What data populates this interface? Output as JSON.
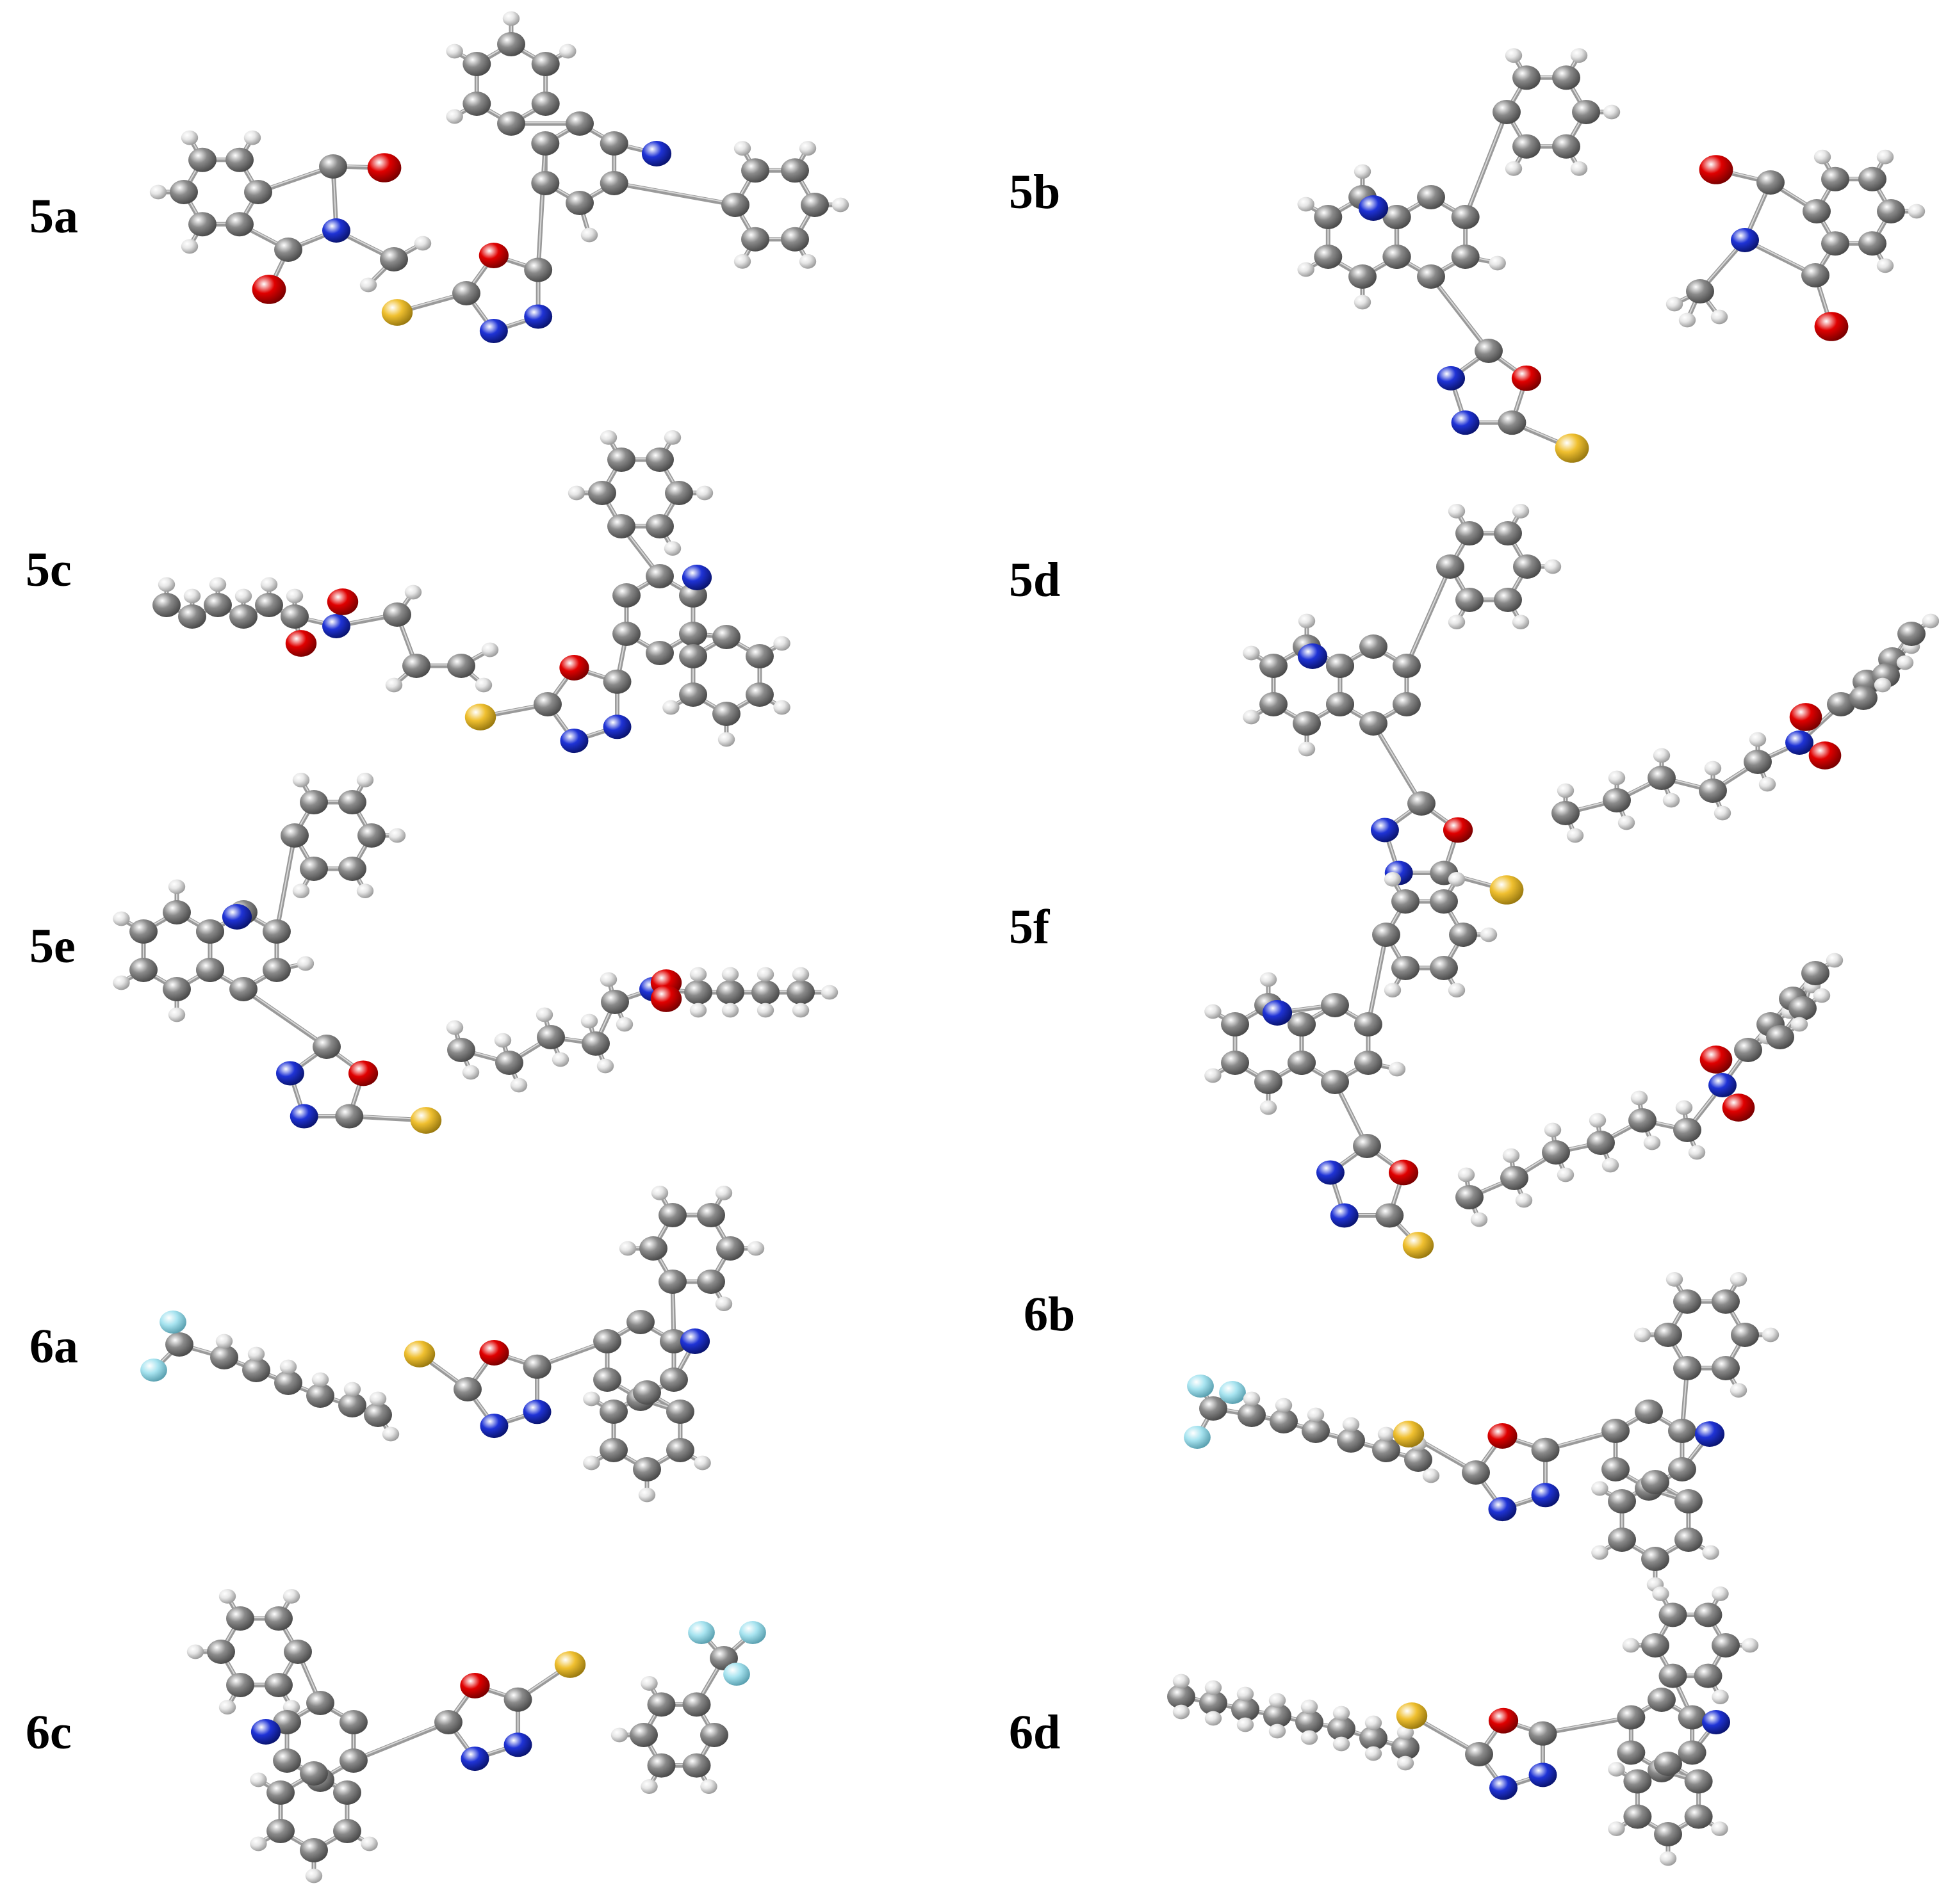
{
  "panels": [
    {
      "id": "5a",
      "label": "5a"
    },
    {
      "id": "5b",
      "label": "5b"
    },
    {
      "id": "5c",
      "label": "5c"
    },
    {
      "id": "5d",
      "label": "5d"
    },
    {
      "id": "5e",
      "label": "5e"
    },
    {
      "id": "5f",
      "label": "5f"
    },
    {
      "id": "6a",
      "label": "6a"
    },
    {
      "id": "6b",
      "label": "6b"
    },
    {
      "id": "6c",
      "label": "6c"
    },
    {
      "id": "6d",
      "label": "6d"
    }
  ],
  "atom_colors": {
    "C": "#8a8a8a",
    "H": "#e6e6e6",
    "N": "#1f33d6",
    "O": "#e00000",
    "S": "#f0c030",
    "F": "#a8e4f0"
  },
  "bond_color": "#9a9a9a"
}
